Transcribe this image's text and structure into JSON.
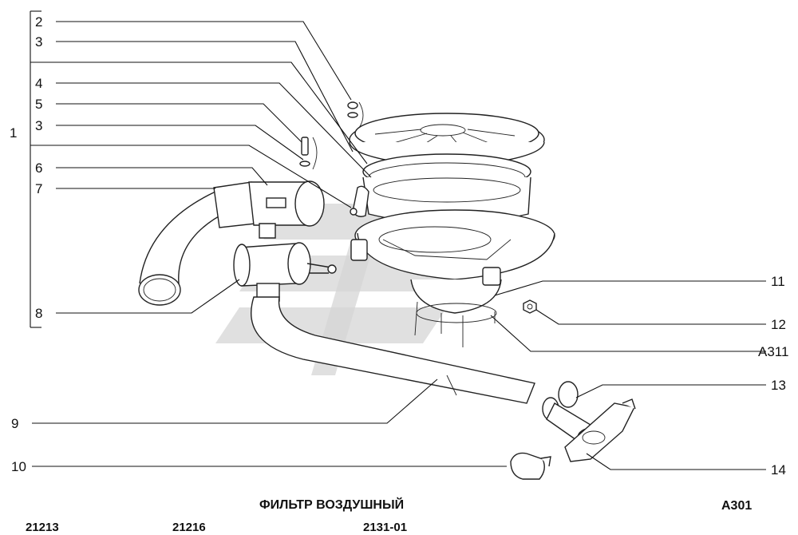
{
  "callouts": {
    "c1": "1",
    "c2": "2",
    "c3a": "3",
    "c3b": "3",
    "c4": "4",
    "c5": "5",
    "c6": "6",
    "c7": "7",
    "c8": "8",
    "c9": "9",
    "c10": "10",
    "c11": "11",
    "c12": "12",
    "c_a311": "А311",
    "c13": "13",
    "c14": "14"
  },
  "title": "ФИЛЬТР ВОЗДУШНЫЙ",
  "page_code": "А301",
  "models": [
    "21213",
    "21216",
    "2131-01"
  ]
}
